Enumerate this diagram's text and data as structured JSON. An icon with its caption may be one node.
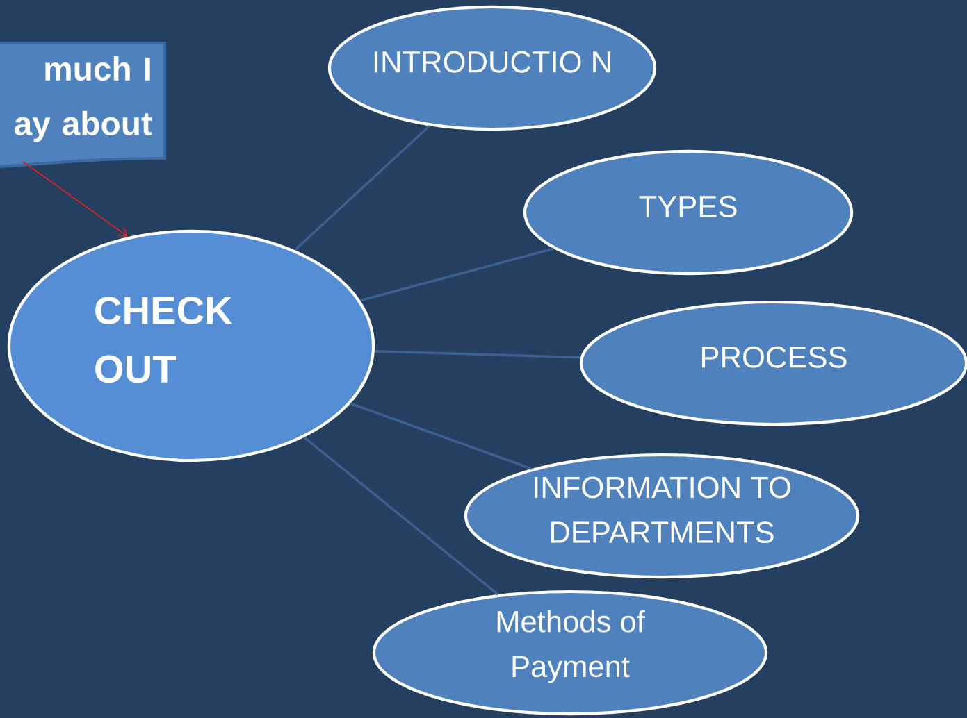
{
  "diagram": {
    "nodes": [
      {
        "text": [
          "much I ay about"
        ]
      },
      {
        "text": [
          "CHECK OUT"
        ]
      },
      {
        "text": [
          "INTRODUCTIO N"
        ]
      },
      {
        "text": [
          "TYPES"
        ]
      },
      {
        "text": [
          "PROCESS"
        ]
      },
      {
        "text": [
          "INFORMATION TO DEPARTMENTS"
        ]
      },
      {
        "text": [
          "Methods of Payment"
        ]
      }
    ],
    "edges": [
      {
        "from": 0,
        "to": 1,
        "arrow": "to",
        "color": "#e0201c"
      },
      {
        "from": 1,
        "to": 2,
        "arrow": "none"
      },
      {
        "from": 1,
        "to": 3,
        "arrow": "none"
      },
      {
        "from": 1,
        "to": 4,
        "arrow": "none"
      },
      {
        "from": 1,
        "to": 5,
        "arrow": "none"
      },
      {
        "from": 1,
        "to": 6,
        "arrow": "none"
      }
    ]
  }
}
